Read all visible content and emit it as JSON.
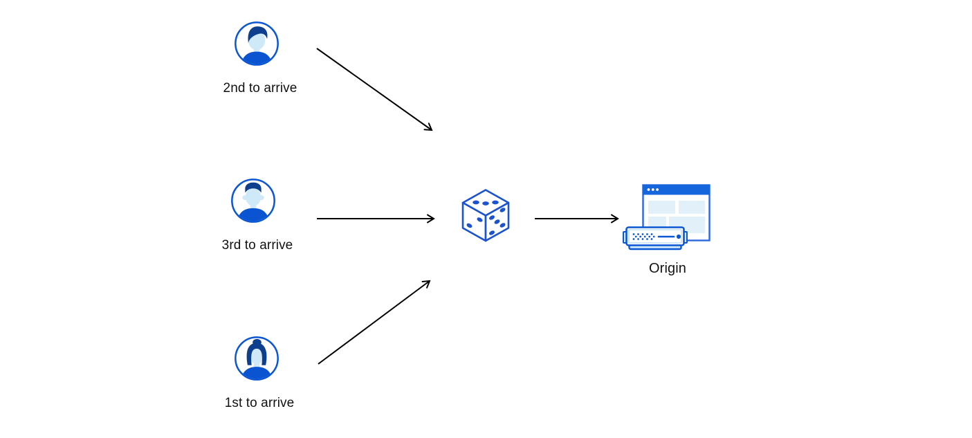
{
  "diagram": {
    "title": "load-balancing-random-steering-diagram",
    "background": "#ffffff"
  },
  "colors": {
    "accent_blue": "#0b57d3",
    "dark_navy_hair": "#0e3f8f",
    "light_blue_skin": "#cfe9f8",
    "pale_blue_block": "#e2f0f9",
    "titlebar_blue": "#1565dc",
    "dice_blue": "#1a52d0",
    "arrow_black": "#000000",
    "label_text": "#111111"
  },
  "nodes": {
    "visitor_second": {
      "label": "2nd to arrive",
      "icon": "user-avatar-male-swept-hair-icon"
    },
    "visitor_third": {
      "label": "3rd to arrive",
      "icon": "user-avatar-male-flattop-icon"
    },
    "visitor_first": {
      "label": "1st to arrive",
      "icon": "user-avatar-female-bun-icon"
    },
    "randomizer": {
      "label": "",
      "icon": "dice-icon"
    },
    "origin": {
      "label": "Origin",
      "icon": "origin-server-browser-icon"
    }
  },
  "edges": [
    {
      "from": "visitor_second",
      "to": "randomizer"
    },
    {
      "from": "visitor_third",
      "to": "randomizer"
    },
    {
      "from": "visitor_first",
      "to": "randomizer"
    },
    {
      "from": "randomizer",
      "to": "origin"
    }
  ]
}
